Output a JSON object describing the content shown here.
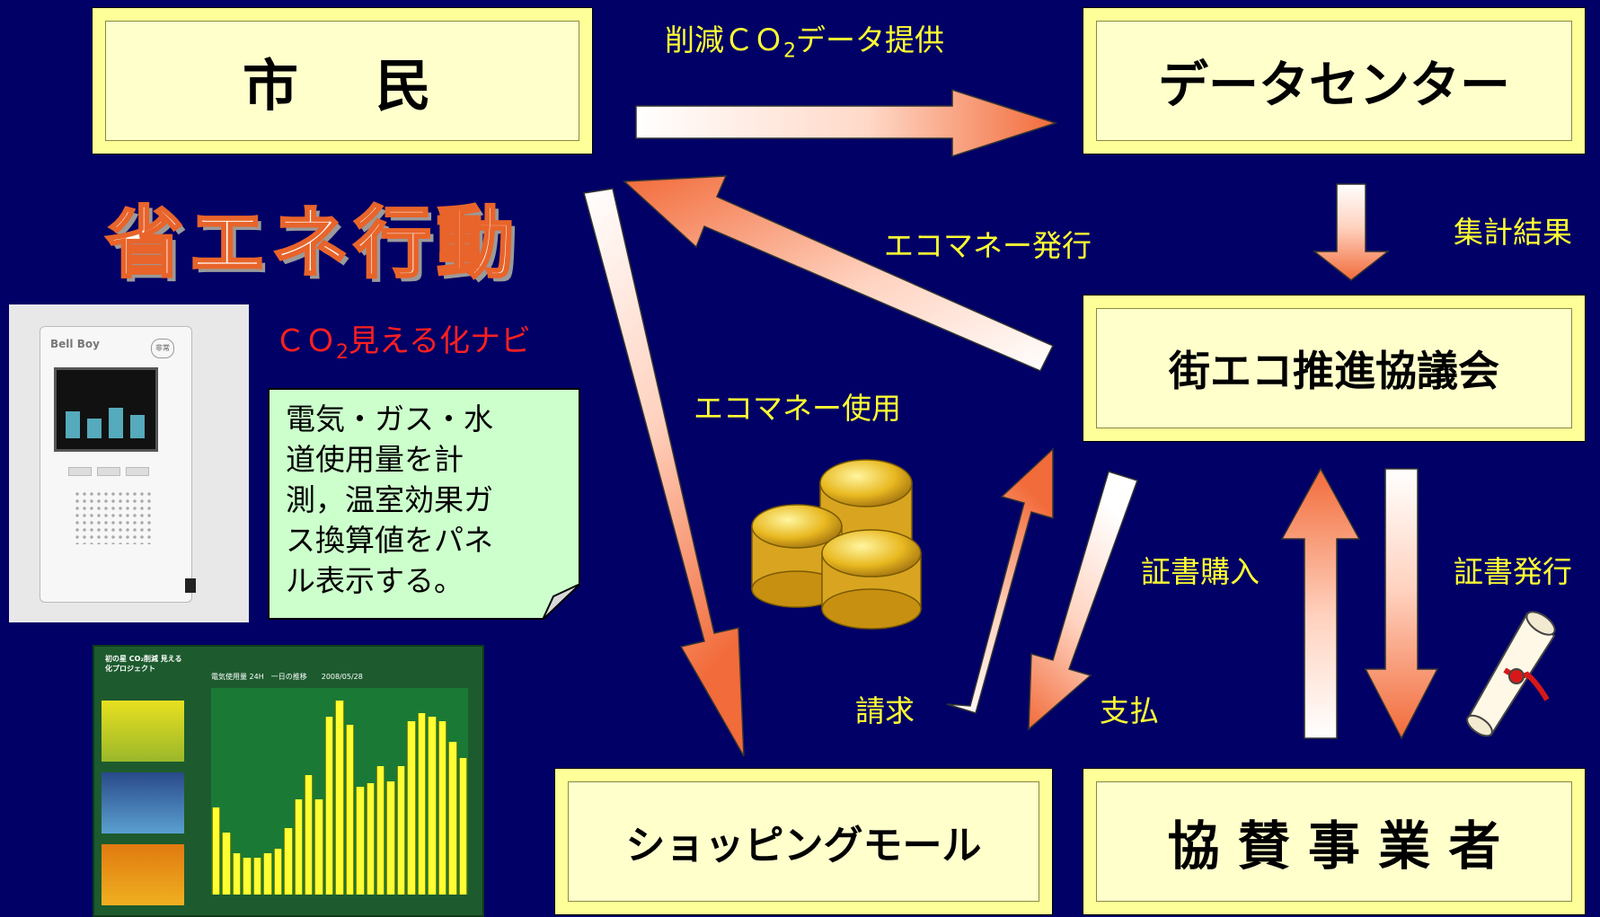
{
  "nodes": {
    "citizen": "市　民",
    "data_center": "データセンター",
    "council": "街エコ推進協議会",
    "shopping_mall": "ショッピングモール",
    "sponsors": "協 賛 事 業 者"
  },
  "flows": {
    "co2_data": "削減ＣＯ",
    "co2_data_sub": "2",
    "co2_data_rest": "データ提供",
    "aggregate": "集計結果",
    "ecomoney_issue": "エコマネー発行",
    "ecomoney_use": "エコマネー使用",
    "certificate_purchase": "証書購入",
    "certificate_issue": "証書発行",
    "invoice": "請求",
    "payment": "支払"
  },
  "headline": "省エネ行動",
  "navi": {
    "prefix": "ＣＯ",
    "sub": "2",
    "rest": "見える化ナビ"
  },
  "note": {
    "line1": "電気・ガス・水",
    "line2": "道使用量を計",
    "line3": "測，温室効果ガ",
    "line4": "ス換算値をパネ",
    "line5": "ル表示する。"
  },
  "device": {
    "brand": "Bell Boy",
    "button": "非常"
  },
  "monitor": {
    "header": "初の星 CO₂削減 見える化プロジェクト",
    "title": "電気使用量 24H　一日の推移　　2008/05/28",
    "bars": [
      0.42,
      0.3,
      0.2,
      0.18,
      0.18,
      0.2,
      0.22,
      0.32,
      0.46,
      0.58,
      0.46,
      0.86,
      0.94,
      0.82,
      0.52,
      0.54,
      0.62,
      0.55,
      0.62,
      0.84,
      0.88,
      0.86,
      0.84,
      0.74,
      0.66
    ]
  },
  "colors": {
    "background": "#000066",
    "box": "#ffff99",
    "label": "#ffff33",
    "arrow_head": "#f26b3a",
    "navi": "#ff2020",
    "note_bg": "#ccffcc"
  }
}
